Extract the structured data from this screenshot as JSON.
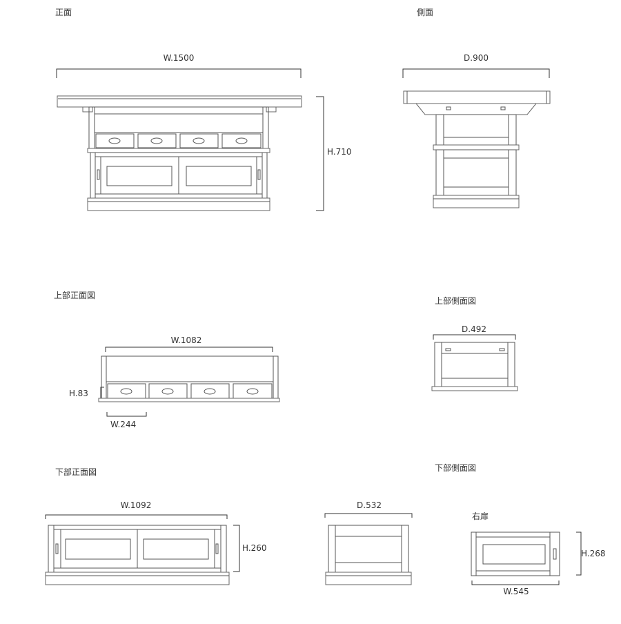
{
  "headings": {
    "front": "正面",
    "side": "側面",
    "upper_front": "上部正面図",
    "upper_side": "上部側面図",
    "lower_front": "下部正面図",
    "lower_side": "下部側面図",
    "right_door": "右扉"
  },
  "dimensions": {
    "front_width": "W.1500",
    "front_height": "H.710",
    "side_depth": "D.900",
    "upper_width": "W.1082",
    "upper_height": "H.83",
    "drawer_width": "W.244",
    "upper_side_depth": "D.492",
    "lower_width": "W.1092",
    "lower_height": "H.260",
    "lower_side_depth": "D.532",
    "door_height": "H.268",
    "door_width": "W.545"
  }
}
